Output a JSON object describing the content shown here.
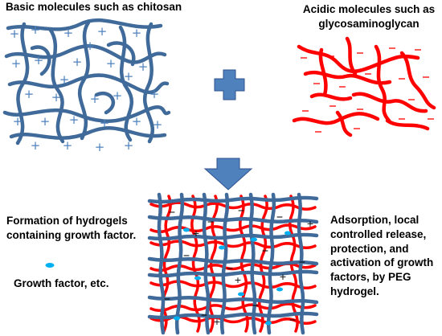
{
  "labels": {
    "basic_molecules": "Basic molecules such as chitosan",
    "acidic_molecules": "Acidic molecules such as\nglycosaminoglycan",
    "formation": "Formation of hydrogels\ncontaining growth factor.",
    "growth_factor": "Growth factor, etc.",
    "adsorption": "Adsorption,  local\ncontrolled release,\nprotection, and\nactivation of growth\nfactors, by PEG\nhydrogel."
  },
  "symbols": {
    "positive_charge": "+",
    "negative_charge": "−"
  },
  "colors": {
    "chitosan_strand": "#3F6A9A",
    "gag_strand": "#FF0000",
    "plus_symbol": "#4F81BD",
    "arrow": "#4F81BD",
    "growth_factor": "#00B0F0"
  }
}
